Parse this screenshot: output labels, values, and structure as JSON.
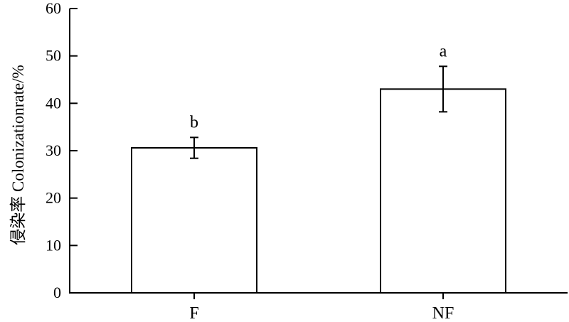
{
  "chart_data": {
    "type": "bar",
    "categories": [
      "F",
      "NF"
    ],
    "values": [
      30.6,
      43.0
    ],
    "error": [
      2.2,
      4.8
    ],
    "significance": [
      "b",
      "a"
    ],
    "title": "",
    "xlabel": "",
    "ylabel": "侵染率 Colonizationrate/%",
    "ylim": [
      0,
      60
    ],
    "yticks": [
      0,
      10,
      20,
      30,
      40,
      50,
      60
    ],
    "grid": false,
    "bar_fill": "#ffffff",
    "bar_stroke": "#000000"
  }
}
